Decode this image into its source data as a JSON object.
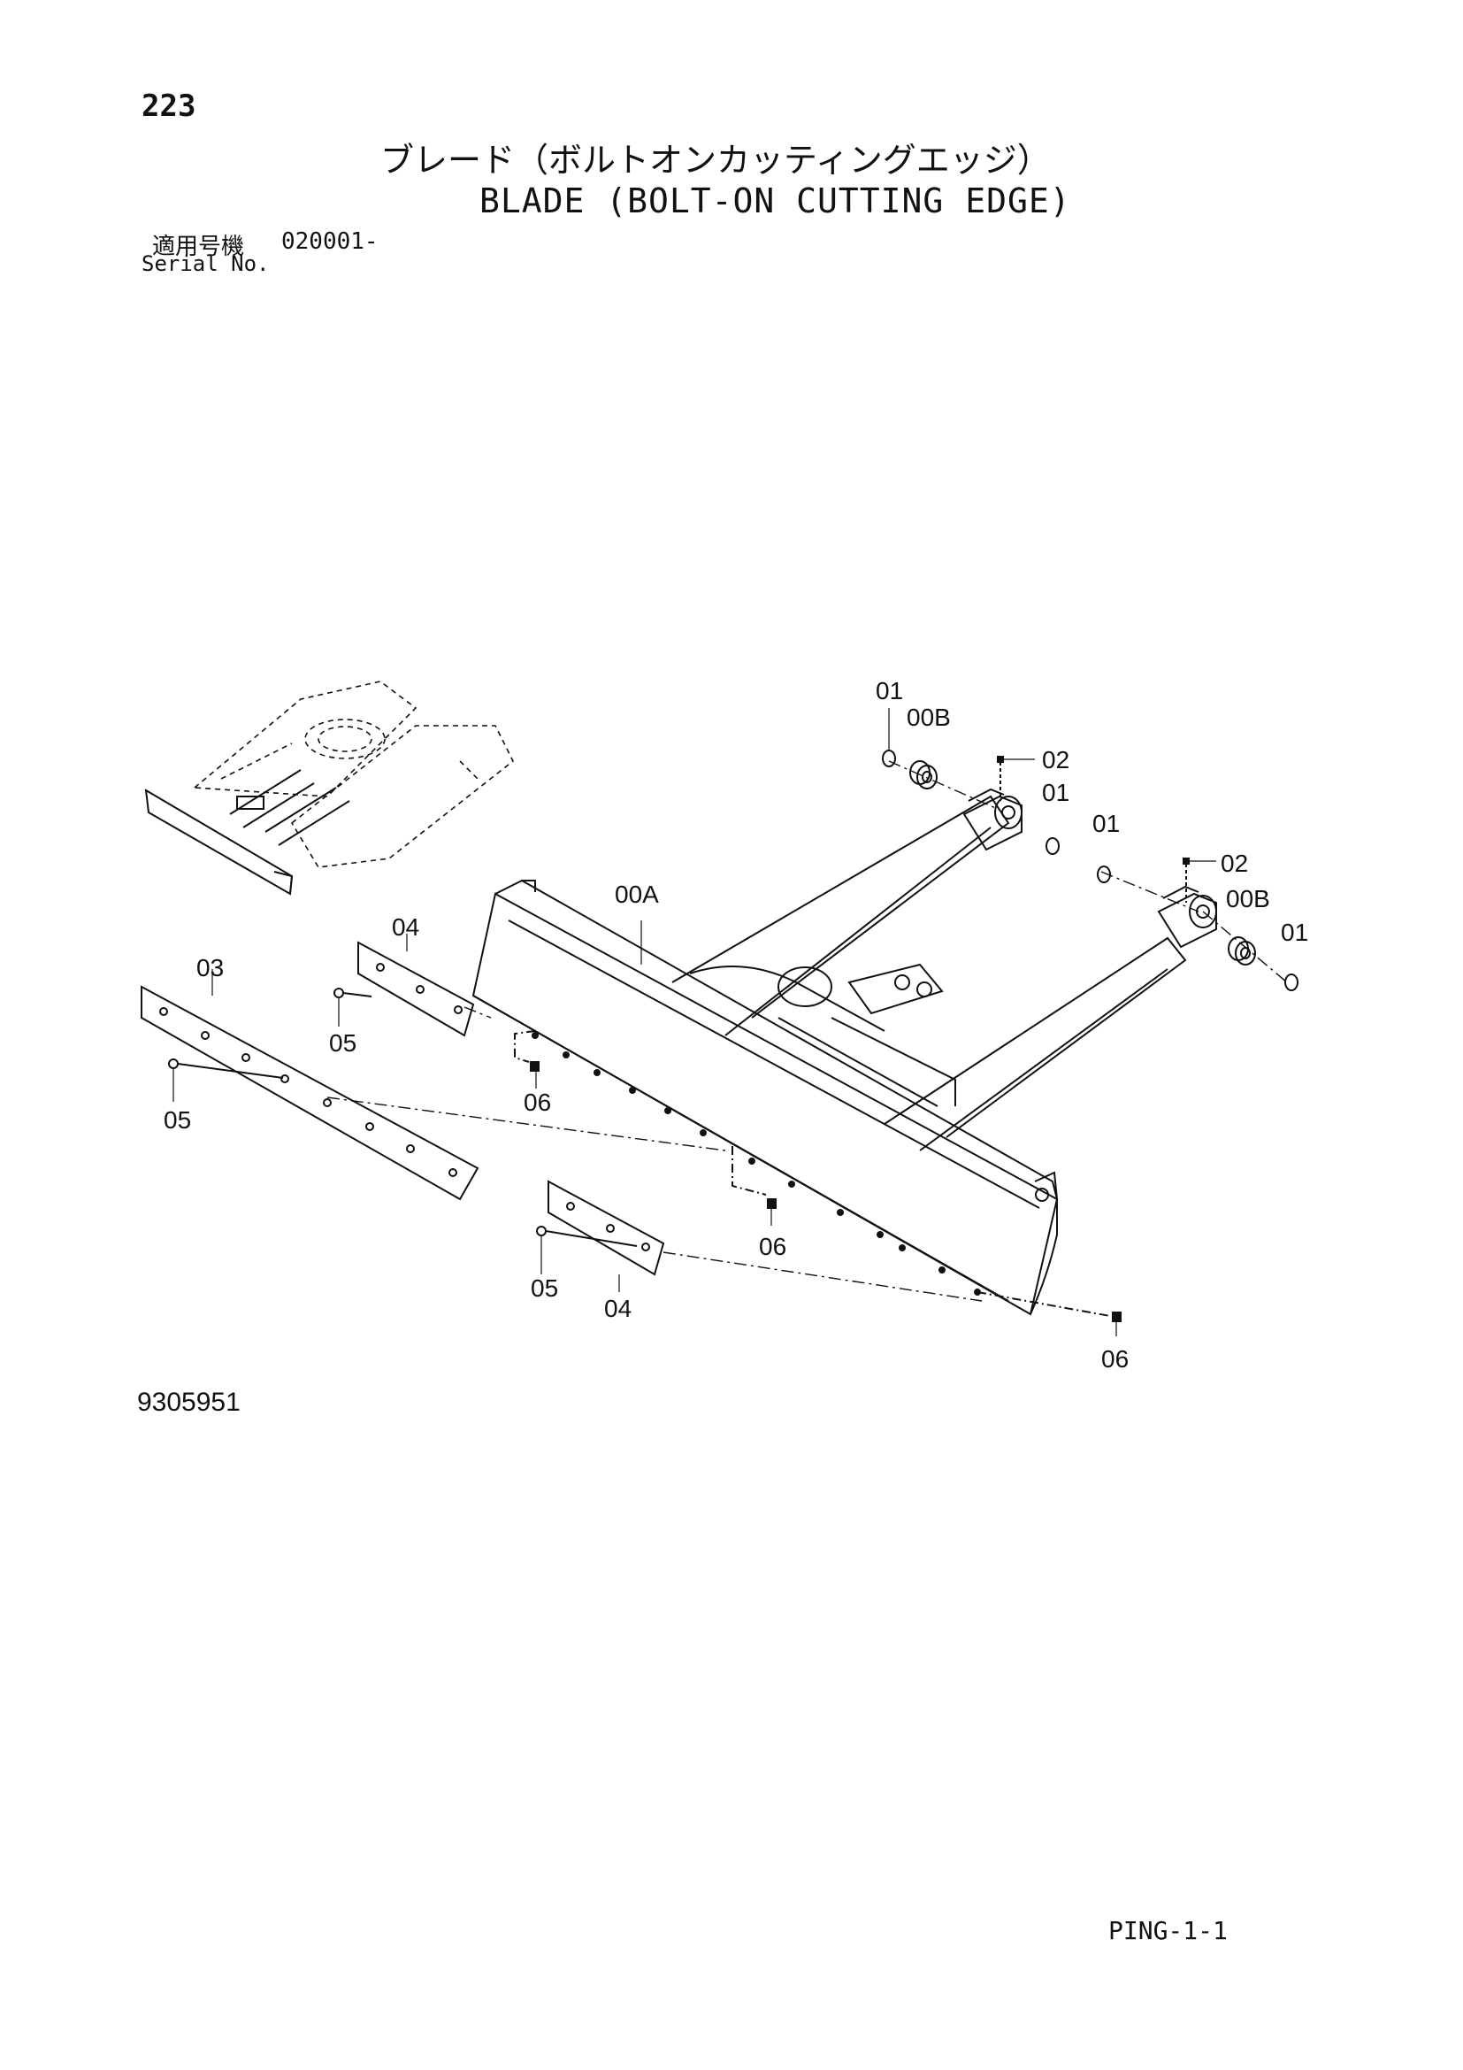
{
  "header": {
    "page_number": "223",
    "title_jp": "ブレード（ボルトオンカッティングエッジ）",
    "title_en": "BLADE (BOLT-ON CUTTING EDGE)",
    "serial_label_jp": "適用号機",
    "serial_value": "020001-",
    "serial_label_en": "Serial No."
  },
  "diagram": {
    "callouts": {
      "c01_top": "01",
      "c00B_top": "00B",
      "c02_top": "02",
      "c01_mid": "01",
      "c01_right": "01",
      "c02_right": "02",
      "c00B_right": "00B",
      "c01_far": "01",
      "c00A": "00A",
      "c04_top": "04",
      "c03": "03",
      "c05_a": "05",
      "c06_a": "06",
      "c05_b": "05",
      "c06_b": "06",
      "c05_c": "05",
      "c04_bot": "04",
      "c06_c": "06"
    }
  },
  "footer": {
    "drawing_number": "9305951",
    "page_code": "PING-1-1"
  }
}
